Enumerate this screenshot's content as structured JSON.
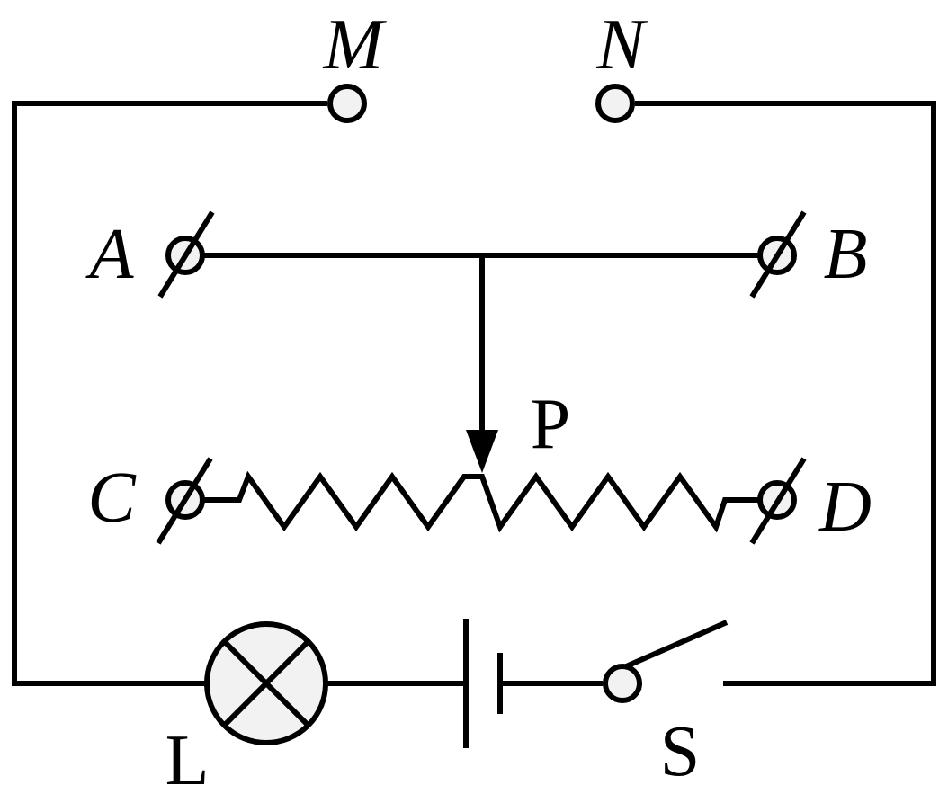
{
  "diagram": {
    "labels": {
      "M": "M",
      "N": "N",
      "A": "A",
      "B": "B",
      "C": "C",
      "D": "D",
      "P": "P",
      "L": "L",
      "S": "S"
    },
    "colors": {
      "stroke": "#000000",
      "terminal_fill": "#f2f2f2",
      "background": "#ffffff"
    }
  }
}
